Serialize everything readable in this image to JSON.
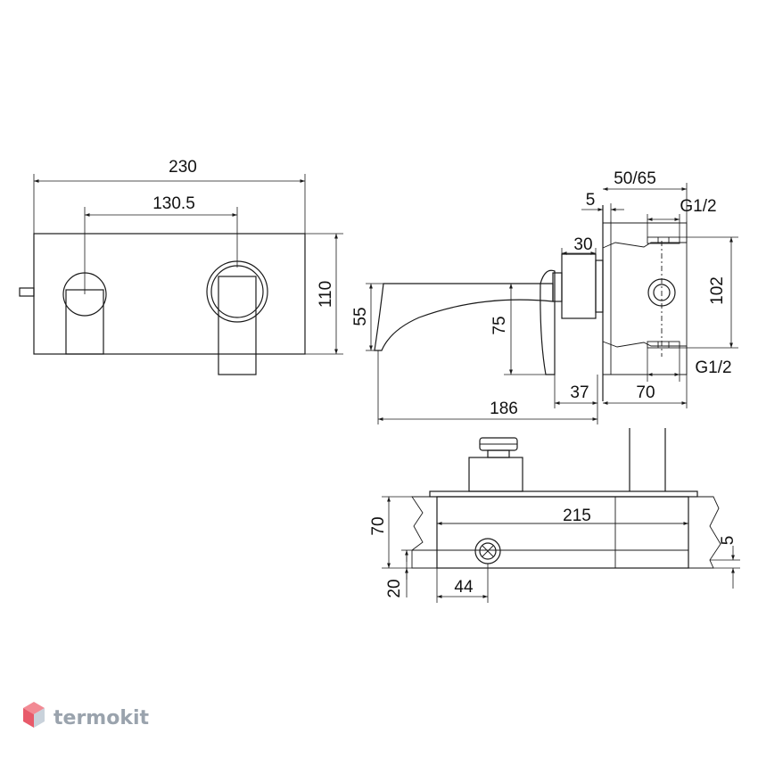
{
  "dimensions": {
    "front_overall_width": "230",
    "front_center_distance": "130.5",
    "front_height": "110",
    "side_spout_drop": "55",
    "side_lever_height": "75",
    "side_spout_reach": "186",
    "side_lever_offset": "37",
    "side_wall_depth": "70",
    "side_flange_thickness": "30",
    "side_plate_thickness": "5",
    "side_box_depth": "50/65",
    "side_thread_top": "G1/2",
    "side_thread_bottom": "G1/2",
    "side_box_height": "102",
    "plan_box_width": "215",
    "plan_box_depth": "70",
    "plan_offset": "20",
    "plan_outlet_offset": "44",
    "plan_wall_gap": "5"
  },
  "watermark": {
    "brand": "termokit",
    "color": "#9aa3ad",
    "accent": "#e85a6a"
  }
}
